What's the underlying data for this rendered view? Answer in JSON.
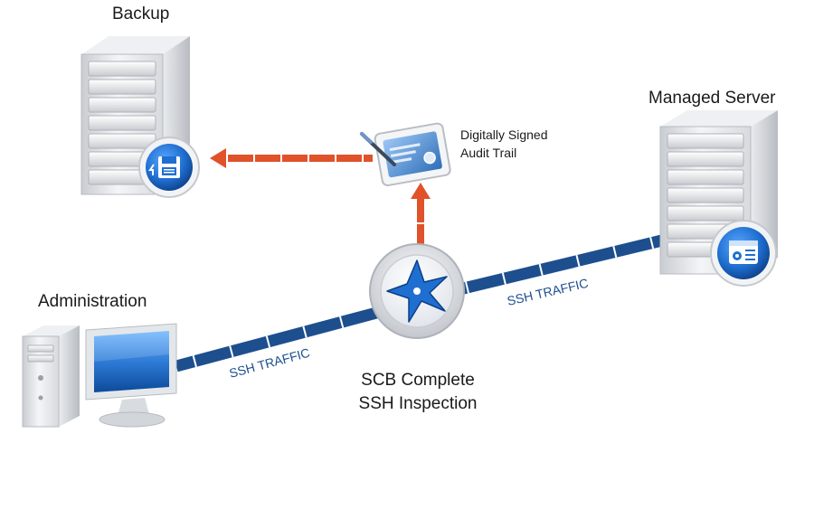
{
  "nodes": {
    "backup": {
      "label": "Backup"
    },
    "managed_server": {
      "label": "Managed Server"
    },
    "administration": {
      "label": "Administration"
    },
    "audit": {
      "label_line1": "Digitally Signed",
      "label_line2": "Audit Trail"
    },
    "scb": {
      "label_line1": "SCB Complete",
      "label_line2": "SSH Inspection"
    }
  },
  "links": {
    "left_traffic": "SSH TRAFFIC",
    "right_traffic": "SSH TRAFFIC"
  },
  "colors": {
    "ssh_link": "#1d4f8f",
    "audit_arrow": "#e0522a",
    "badge_blue": "#1f6fd1"
  },
  "icons": {
    "backup_badge": "floppy-disk-icon",
    "server_badge": "app-settings-icon",
    "scb_hub": "star-plane-icon",
    "audit_document": "signed-document-icon"
  }
}
